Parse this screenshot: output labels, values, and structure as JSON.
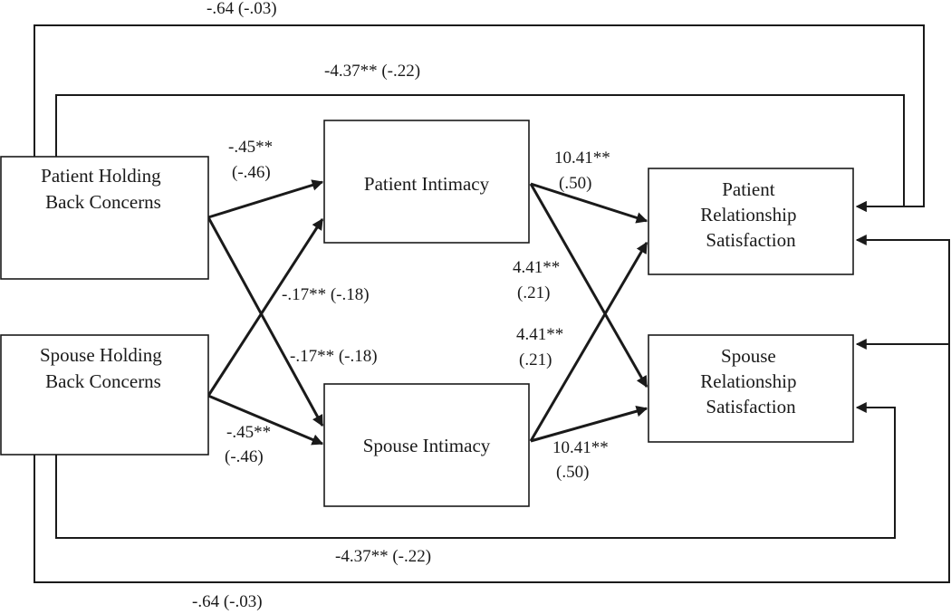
{
  "boxes": {
    "patient_holding": {
      "lines": [
        "Patient Holding",
        "Back Concerns"
      ]
    },
    "spouse_holding": {
      "lines": [
        "Spouse Holding",
        "Back Concerns"
      ]
    },
    "patient_intimacy": {
      "lines": [
        "Patient Intimacy"
      ]
    },
    "spouse_intimacy": {
      "lines": [
        "Spouse Intimacy"
      ]
    },
    "patient_satisfaction": {
      "lines": [
        "Patient",
        "Relationship",
        "Satisfaction"
      ]
    },
    "spouse_satisfaction": {
      "lines": [
        "Spouse",
        "Relationship",
        "Satisfaction"
      ]
    }
  },
  "coefficients": {
    "top_outer": "-.64 (-.03)",
    "top_inner": "-4.37** (-.22)",
    "ph_to_pi": [
      "-.45**",
      "(-.46)"
    ],
    "sh_to_pi": "-.17** (-.18)",
    "ph_to_si": "-.17** (-.18)",
    "sh_to_si": [
      "-.45**",
      "(-.46)"
    ],
    "pi_to_ps": [
      "10.41**",
      "(.50)"
    ],
    "pi_to_ss": [
      "4.41**",
      "(.21)"
    ],
    "si_to_ps": [
      "4.41**",
      "(.21)"
    ],
    "si_to_ss": [
      "10.41**",
      "(.50)"
    ],
    "bottom_inner": "-4.37** (-.22)",
    "bottom_outer": "-.64 (-.03)"
  }
}
